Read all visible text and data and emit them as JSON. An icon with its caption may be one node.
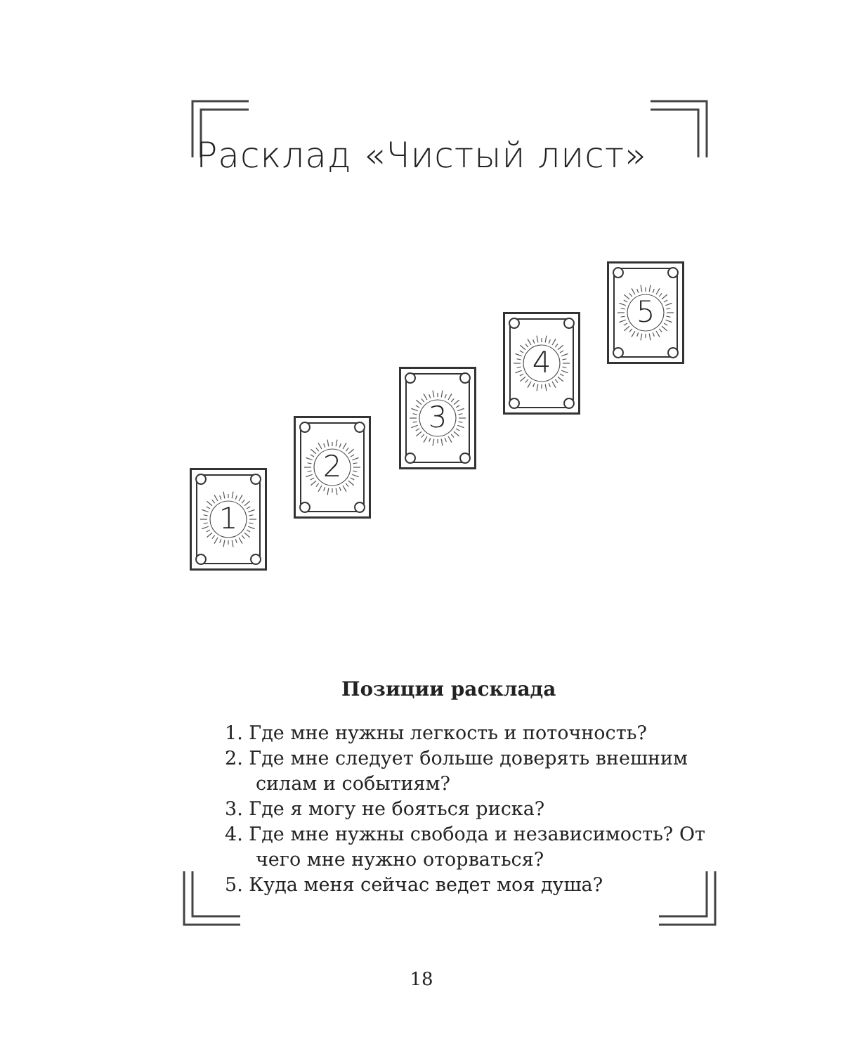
{
  "diagram": {
    "title": "Расклад «Чистый лист»",
    "nodes": [
      {
        "text": [
          "1"
        ]
      },
      {
        "text": [
          "2"
        ]
      },
      {
        "text": [
          "3"
        ]
      },
      {
        "text": [
          "4"
        ]
      },
      {
        "text": [
          "5"
        ]
      }
    ],
    "labels": [
      "Позиции расклада",
      "1. Где мне нужны легкость и поточность?",
      "2. Где мне следует больше доверять внешним силам и событиям?",
      "3. Где я могу не бояться риска?",
      "4. Где мне нужны свобода и независимость? От чего мне нужно оторваться?",
      "5. Куда меня сейчас ведет моя душа?",
      "18"
    ]
  }
}
